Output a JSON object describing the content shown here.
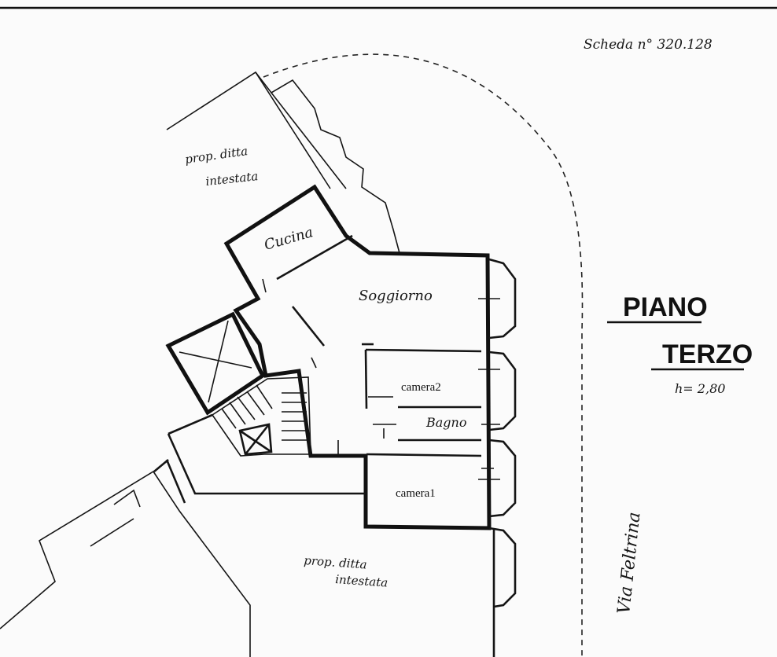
{
  "sheet": {
    "number_label": "Scheda n° 320.128"
  },
  "floor": {
    "title_line1": "PIANO",
    "title_line2": "TERZO",
    "height_label": "h= 2,80"
  },
  "rooms": {
    "kitchen": "Cucina",
    "living": "Soggiorno",
    "bedroom2": "camera2",
    "bathroom": "Bagno",
    "bedroom1": "camera1"
  },
  "neighbors": {
    "top_line1": "prop. ditta",
    "top_line2": "intestata",
    "bottom_line1": "prop. ditta",
    "bottom_line2": "intestata"
  },
  "street": {
    "name": "Via Feltrina"
  }
}
